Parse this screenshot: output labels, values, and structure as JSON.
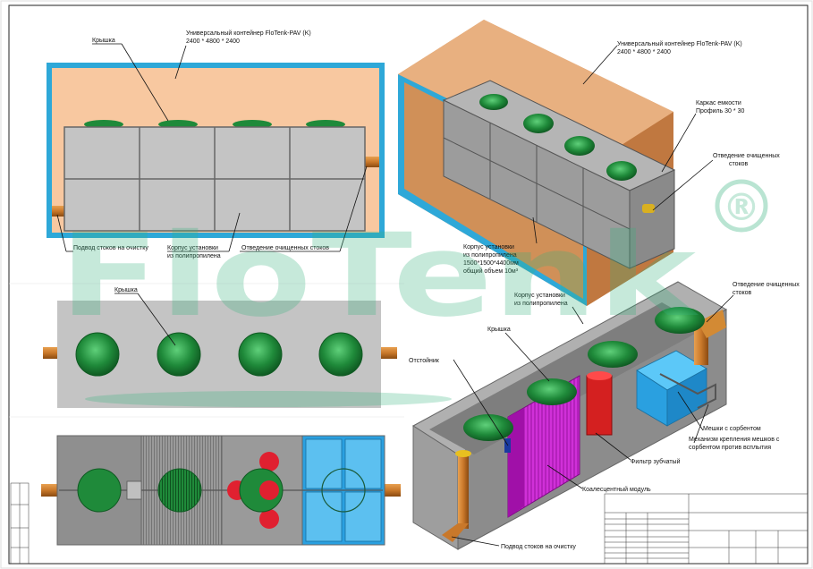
{
  "watermark": {
    "brand": "FloTenk",
    "registered": "®"
  },
  "top_left": {
    "container_title": "Универсальный контейнер FloTenk-PAV (K)",
    "container_dims": "2400 * 4800 * 2400",
    "lid": "Крышка",
    "inlet": "Подвод стоков на очистку",
    "body": "Корпус установки",
    "body_line2": "из полипропилена",
    "outlet": "Отведение очищенных стоков"
  },
  "top_right": {
    "container_title": "Универсальный контейнер FloTenk-PAV (K)",
    "container_dims": "2400 * 4800 * 2400",
    "frame": "Каркас емкости",
    "frame_line2": "Профиль 30 * 30",
    "outlet": "Отведение очищенных",
    "outlet_line2": "стоков",
    "body": "Корпус установки",
    "body_line2": "из полипропилена",
    "body_line3": "1500*1500*4400мм",
    "body_line4": "общий объем 10м³"
  },
  "middle_left": {
    "lid": "Крышка"
  },
  "bottom_right": {
    "body": "Корпус установки",
    "body_line2": "из полипропилена",
    "outlet": "Отведение очищенных",
    "outlet_line2": "стоков",
    "lid": "Крышка",
    "settler": "Отстойник",
    "sorbent_bags": "Мешки с сорбентом",
    "bag_mount": "Механизм крепления мешков с",
    "bag_mount_line2": "сорбентом против всплытия",
    "drum_filter": "Фильтр зубчатый",
    "coalescent": "Коалесцентный модуль",
    "inlet": "Подвод стоков на очистку"
  },
  "colors": {
    "container_wall": "#2ea8d8",
    "container_inner": "#f8c8a0",
    "body_grey": "#b5b5b5",
    "lid_green": "#1f8a3a",
    "pipe_orange": "#c9782a",
    "coalescent_magenta": "#c020c8",
    "filter_red": "#d42020",
    "sorbent_blue": "#2aa0e0"
  }
}
